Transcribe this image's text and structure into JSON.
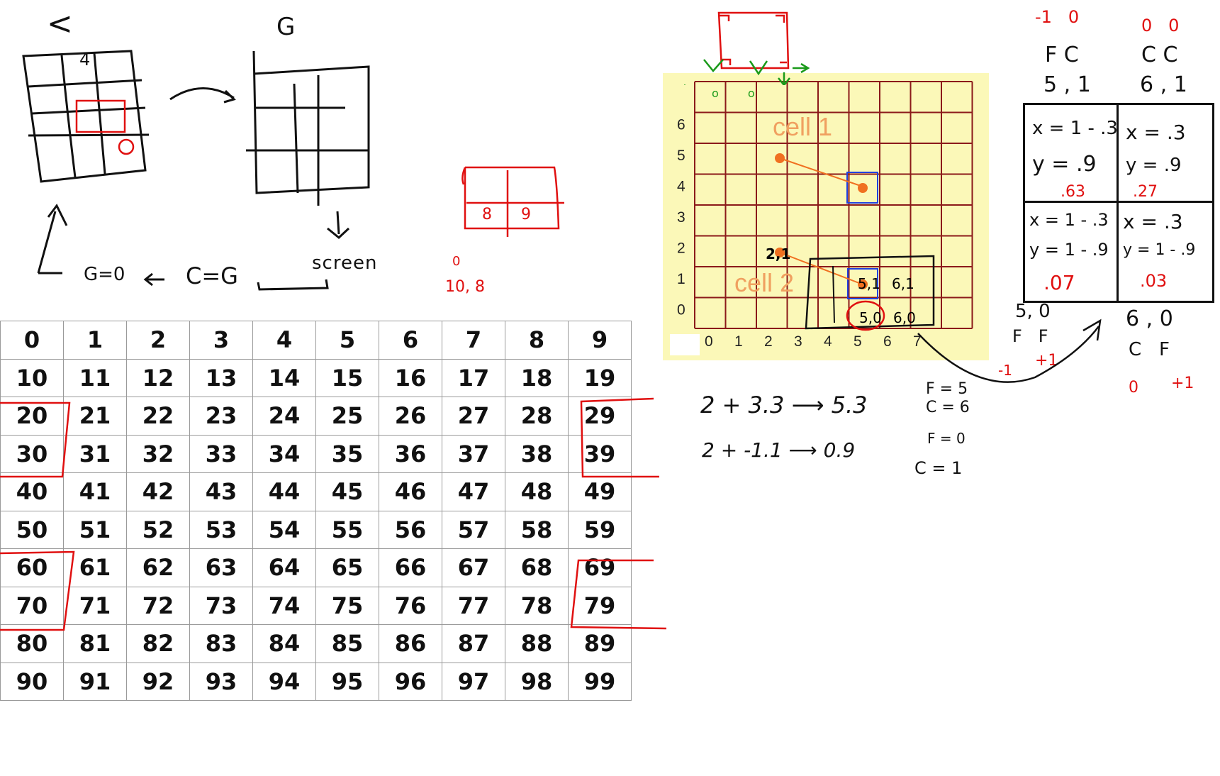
{
  "sketch_labels": {
    "c_label": "<",
    "g_label": "G",
    "grid_c_digit": "4",
    "g_eq_zero": "G=0",
    "arrow_left": "←",
    "c_eq_g": "C=G",
    "screen": "screen"
  },
  "mini_grid": {
    "left": "8",
    "right": "9"
  },
  "mini_note": {
    "top": "0",
    "bottom": "10, 8"
  },
  "number_table": {
    "rows": [
      [
        "0",
        "1",
        "2",
        "3",
        "4",
        "5",
        "6",
        "7",
        "8",
        "9"
      ],
      [
        "10",
        "11",
        "12",
        "13",
        "14",
        "15",
        "16",
        "17",
        "18",
        "19"
      ],
      [
        "20",
        "21",
        "22",
        "23",
        "24",
        "25",
        "26",
        "27",
        "28",
        "29"
      ],
      [
        "30",
        "31",
        "32",
        "33",
        "34",
        "35",
        "36",
        "37",
        "38",
        "39"
      ],
      [
        "40",
        "41",
        "42",
        "43",
        "44",
        "45",
        "46",
        "47",
        "48",
        "49"
      ],
      [
        "50",
        "51",
        "52",
        "53",
        "54",
        "55",
        "56",
        "57",
        "58",
        "59"
      ],
      [
        "60",
        "61",
        "62",
        "63",
        "64",
        "65",
        "66",
        "67",
        "68",
        "69"
      ],
      [
        "70",
        "71",
        "72",
        "73",
        "74",
        "75",
        "76",
        "77",
        "78",
        "79"
      ],
      [
        "80",
        "81",
        "82",
        "83",
        "84",
        "85",
        "86",
        "87",
        "88",
        "89"
      ],
      [
        "90",
        "91",
        "92",
        "93",
        "94",
        "95",
        "96",
        "97",
        "98",
        "99"
      ]
    ]
  },
  "yellow_grid": {
    "y_labels": [
      "6",
      "5",
      "4",
      "3",
      "2",
      "1",
      "0"
    ],
    "x_labels": [
      "0",
      "1",
      "2",
      "3",
      "4",
      "5",
      "6",
      "7"
    ],
    "cell1": "cell 1",
    "cell2": "cell 2",
    "point_2_1": "2,1",
    "cell_5_1": "5,1",
    "cell_6_1": "6,1",
    "cell_5_0": "5,0",
    "cell_6_0": "6,0",
    "green_marks": "o o",
    "color_background": "#fbf8b8",
    "color_grid": "#8b1a1a",
    "color_point": "#f07020"
  },
  "equations": {
    "line1": "2 + 3.3 ⟶ 5.3",
    "line1_f": "F = 5",
    "line1_c": "C = 6",
    "line2": "2 + -1.1 ⟶ 0.9",
    "line2_f": "F = 0",
    "line2_c": "C = 1"
  },
  "right_notes": {
    "top_left_nums": "-1   0",
    "top_right_nums": "0   0",
    "top_left_fc": "F C",
    "top_right_cc": "C C",
    "top_left_coord": "5 , 1",
    "top_right_coord": "6 , 1",
    "bottom_left_coord": "5, 0",
    "bottom_left_ff": "F   F",
    "bottom_left_m1": "-1",
    "bottom_left_p1": "+1",
    "bottom_right_coord": "6 , 0",
    "bottom_right_cf": "C   F",
    "bottom_right_0": "0",
    "bottom_right_p1": "+1"
  },
  "weights_table": {
    "tl_x": "x = 1 - .3",
    "tl_y": "y = .9",
    "tl_r": ".63",
    "tr_x": "x = .3",
    "tr_y": "y = .9",
    "tr_r": ".27",
    "bl_x": "x = 1 - .3",
    "bl_y": "y = 1 - .9",
    "bl_r": ".07",
    "br_x": "x = .3",
    "br_y": "y = 1 - .9",
    "br_r": ".03"
  }
}
